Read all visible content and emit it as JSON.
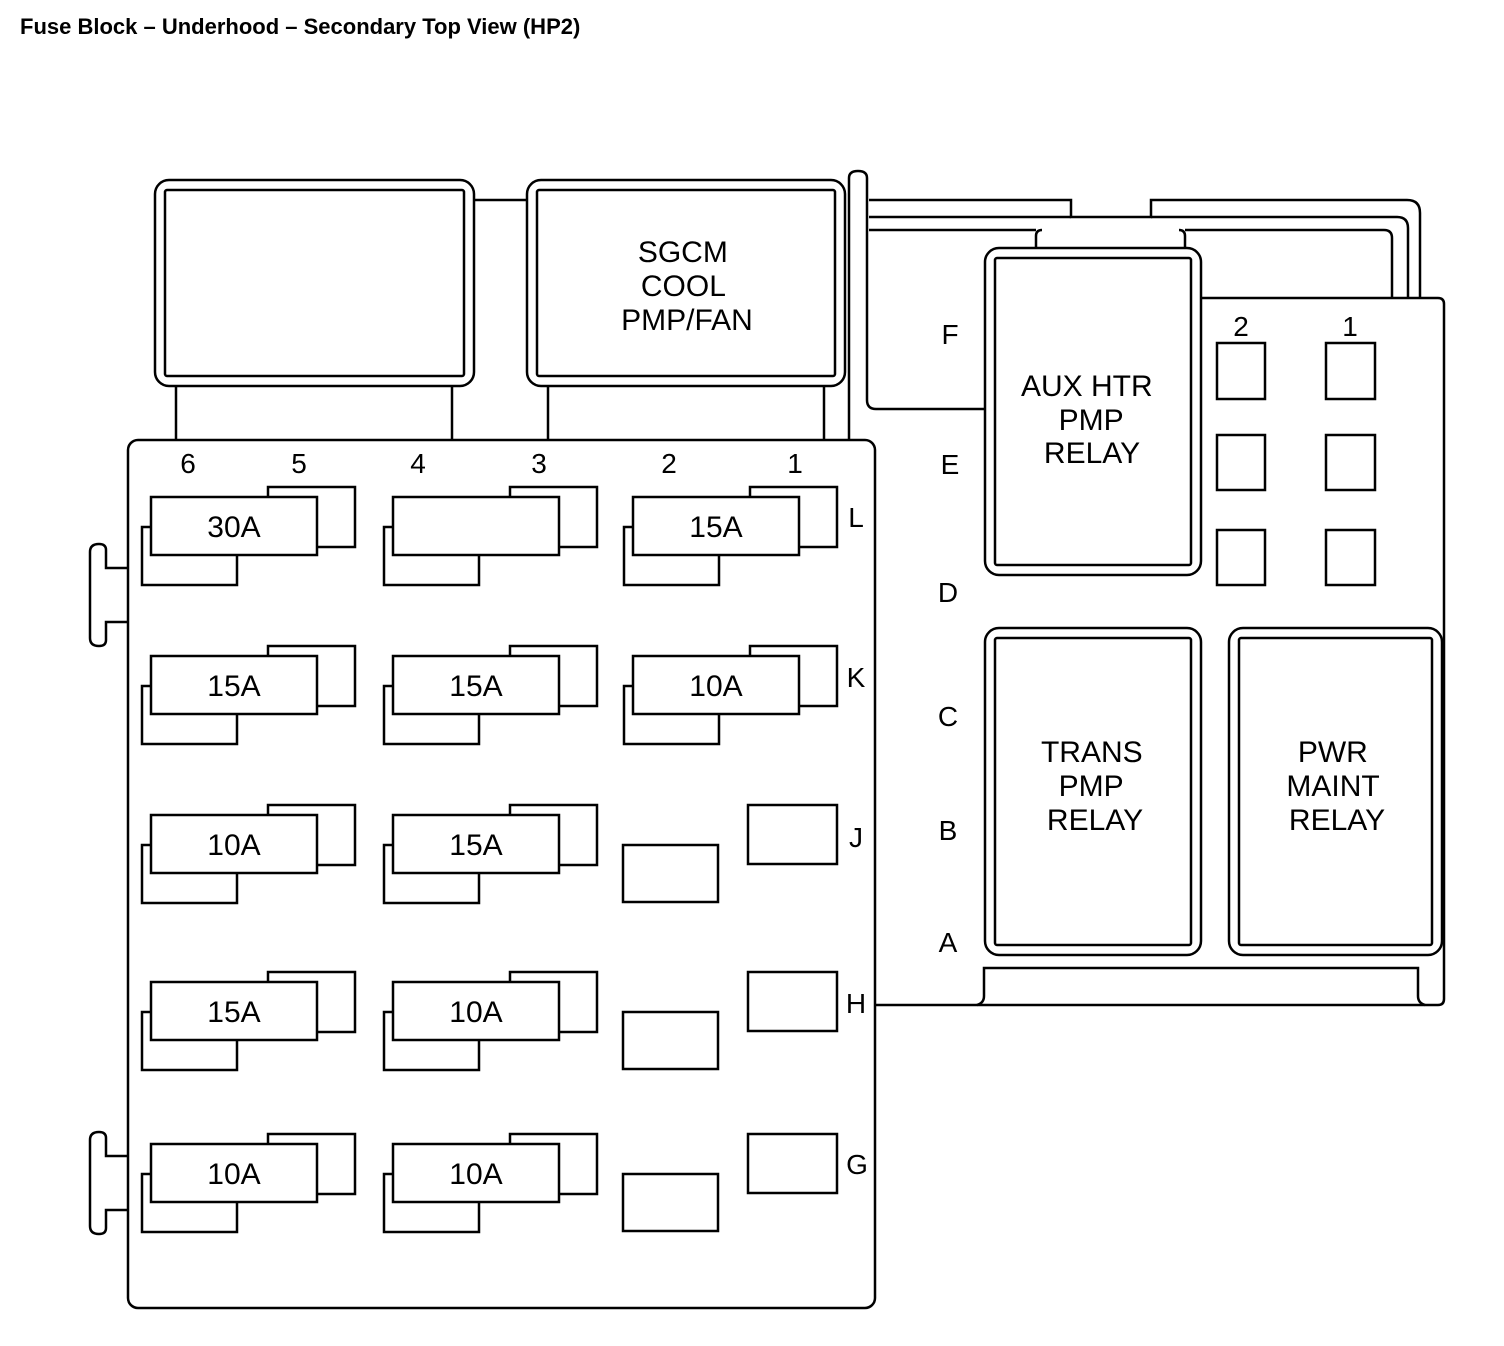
{
  "title": "Fuse Block – Underhood – Secondary Top View (HP2)",
  "column_labels": [
    "6",
    "5",
    "4",
    "3",
    "2",
    "1"
  ],
  "row_labels": [
    "L",
    "K",
    "J",
    "H",
    "G"
  ],
  "side_labels": [
    "F",
    "E",
    "D",
    "C",
    "B",
    "A"
  ],
  "relay_pos_labels": [
    "2",
    "1"
  ],
  "top_relays": {
    "left": {
      "lines": []
    },
    "sgcm": {
      "lines": [
        "SGCM",
        "COOL",
        "PMP/FAN"
      ]
    }
  },
  "relays": {
    "aux_htr": {
      "lines": [
        "AUX HTR",
        "PMP",
        "RELAY"
      ]
    },
    "trans_pmp": {
      "lines": [
        "TRANS",
        "PMP",
        "RELAY"
      ]
    },
    "pwr_maint": {
      "lines": [
        "PWR",
        "MAINT",
        "RELAY"
      ]
    }
  },
  "fuses": {
    "L": [
      "30A",
      "",
      "15A"
    ],
    "K": [
      "15A",
      "15A",
      "10A"
    ],
    "J": [
      "10A",
      "15A",
      null
    ],
    "H": [
      "15A",
      "10A",
      null
    ],
    "G": [
      "10A",
      "10A",
      null
    ]
  }
}
